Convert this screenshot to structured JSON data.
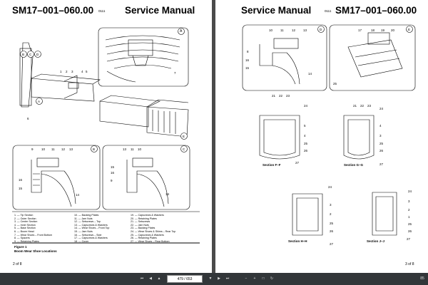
{
  "document": {
    "doc_number": "SM17–001–060.00",
    "manual_title": "Service Manual",
    "revision": "0111"
  },
  "left_page": {
    "page_label": "2 of 8",
    "figure_caption_line1": "Figure 1",
    "figure_caption_line2": "Boom Wear Shoe Locations",
    "callouts": {
      "A": "A",
      "B": "B",
      "C": "C",
      "D": "D",
      "E": "E",
      "n1": "1",
      "n2": "2",
      "n3": "3",
      "n4": "4",
      "n5": "5",
      "n6": "6",
      "n7": "7",
      "n9": "9",
      "n10": "10",
      "n11": "11",
      "n12": "12",
      "n13": "13",
      "n14": "14",
      "n15": "15",
      "n16": "16"
    },
    "legend_col1": [
      "1. — Tip Section",
      "2. — Outer Section",
      "3. — Center Section",
      "4. — Inner Section",
      "5. — Base Section",
      "6. — Boom Head",
      "7. — Wear Shoes – Front Bottom",
      "8. — Spacers",
      "9. — Retaining Plates"
    ],
    "legend_col2": [
      "10. — Backing Plates",
      "11. — Jam Nuts",
      "12. — Setscrews – Top",
      "13. — Capscrews & Washers",
      "14. — Wear Shoes – Front Top",
      "15. — Jam Nuts",
      "16. — Setscrews – Side",
      "17. — Capscrews & Washers",
      "18. — Cover"
    ],
    "legend_col3": [
      "19. — Capscrews & Washers",
      "20. — Retaining Plates",
      "21. — Setscrews",
      "22. — Jam Nuts",
      "23. — Backing Plates",
      "24. — Wear Shoes & Shims – Rear Top",
      "25. — Capscrews & Washers",
      "26. — Retaining Plates",
      "27. — Wear Shoes – Rear Bottom"
    ]
  },
  "right_page": {
    "page_label": "3 of 8",
    "section_labels": [
      "Section F–F",
      "Section G–G",
      "Section H–H",
      "Section J–J"
    ],
    "callouts": {
      "D": "D",
      "E": "E",
      "n2": "2",
      "n3": "3",
      "n4": "4",
      "n5": "5",
      "n8": "8",
      "n10": "10",
      "n11": "11",
      "n12": "12",
      "n13": "13",
      "n14": "14",
      "n15": "15",
      "n16": "16",
      "n17": "17",
      "n18": "18",
      "n19": "19",
      "n20": "20",
      "n21": "21",
      "n22": "22",
      "n23": "23",
      "n24": "24",
      "n25": "25",
      "n26": "26",
      "n27": "27"
    }
  },
  "toolbar": {
    "page_value": "479 / 653",
    "zoom_label": "85"
  }
}
